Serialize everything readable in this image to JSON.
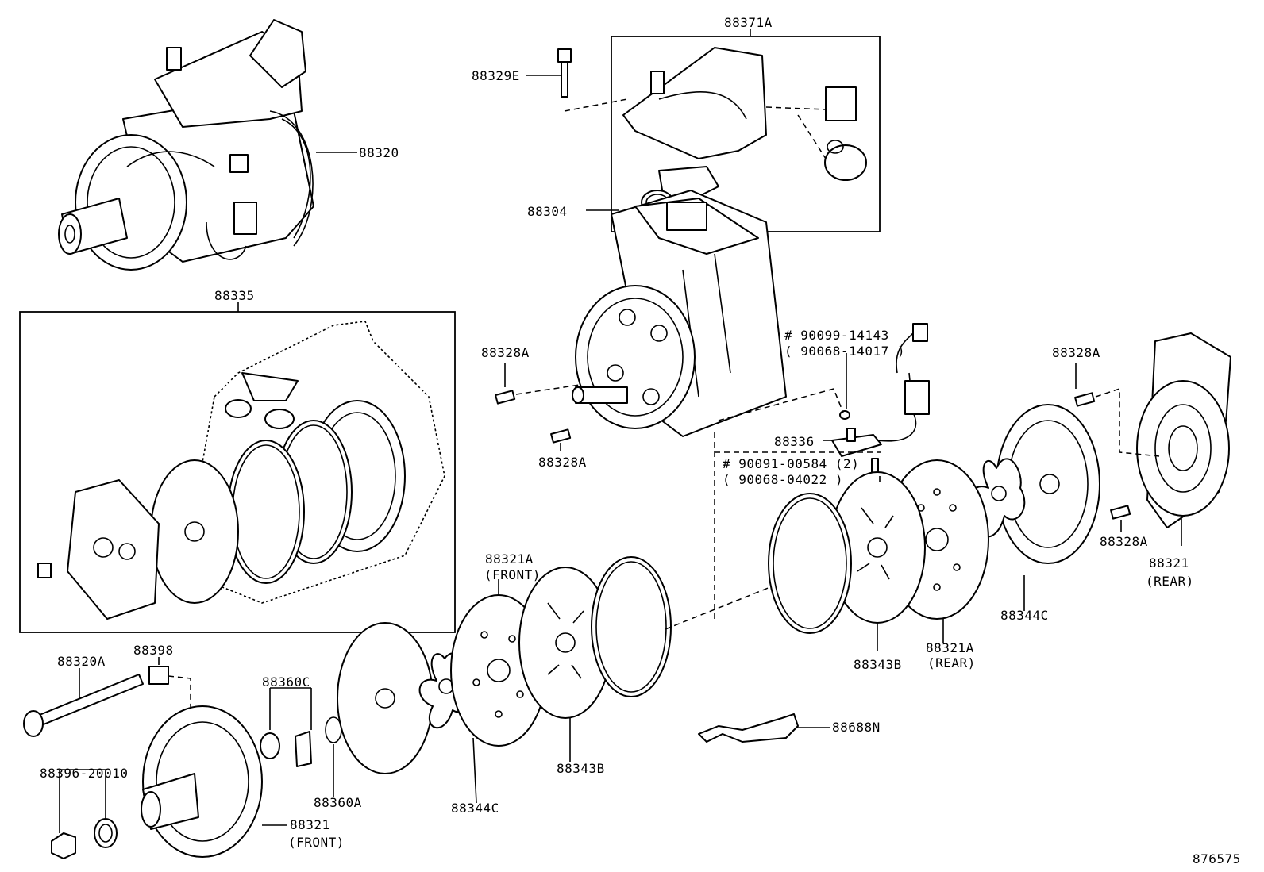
{
  "labels": {
    "p88371A": "88371A",
    "p88329E": "88329E",
    "p88320": "88320",
    "p88335": "88335",
    "p88304": "88304",
    "p88328A_left_top": "88328A",
    "p88328A_left_bottom": "88328A",
    "p88328A_right_top": "88328A",
    "p88328A_right_bottom": "88328A",
    "p90099_14143": "# 90099-14143",
    "p90068_14017": "( 90068-14017 )",
    "p88336": "88336",
    "p90091_00584": "# 90091-00584 (2)",
    "p90068_04022": "( 90068-04022 )",
    "p88321_rear_num": "88321",
    "p88321_rear_tag": "(REAR)",
    "p88321A_front_num": "88321A",
    "p88321A_front_tag": "(FRONT)",
    "p88344C_right": "88344C",
    "p88343B_right": "88343B",
    "p88321A_rear_num": "88321A",
    "p88321A_rear_tag": "(REAR)",
    "p88320A": "88320A",
    "p88398": "88398",
    "p88360C": "88360C",
    "p88396_20010": "88396-20010",
    "p88360A": "88360A",
    "p88321_front_num": "88321",
    "p88321_front_tag": "(FRONT)",
    "p88344C_left": "88344C",
    "p88343B_left": "88343B",
    "p88688N": "88688N",
    "diagram_id": "876575"
  }
}
